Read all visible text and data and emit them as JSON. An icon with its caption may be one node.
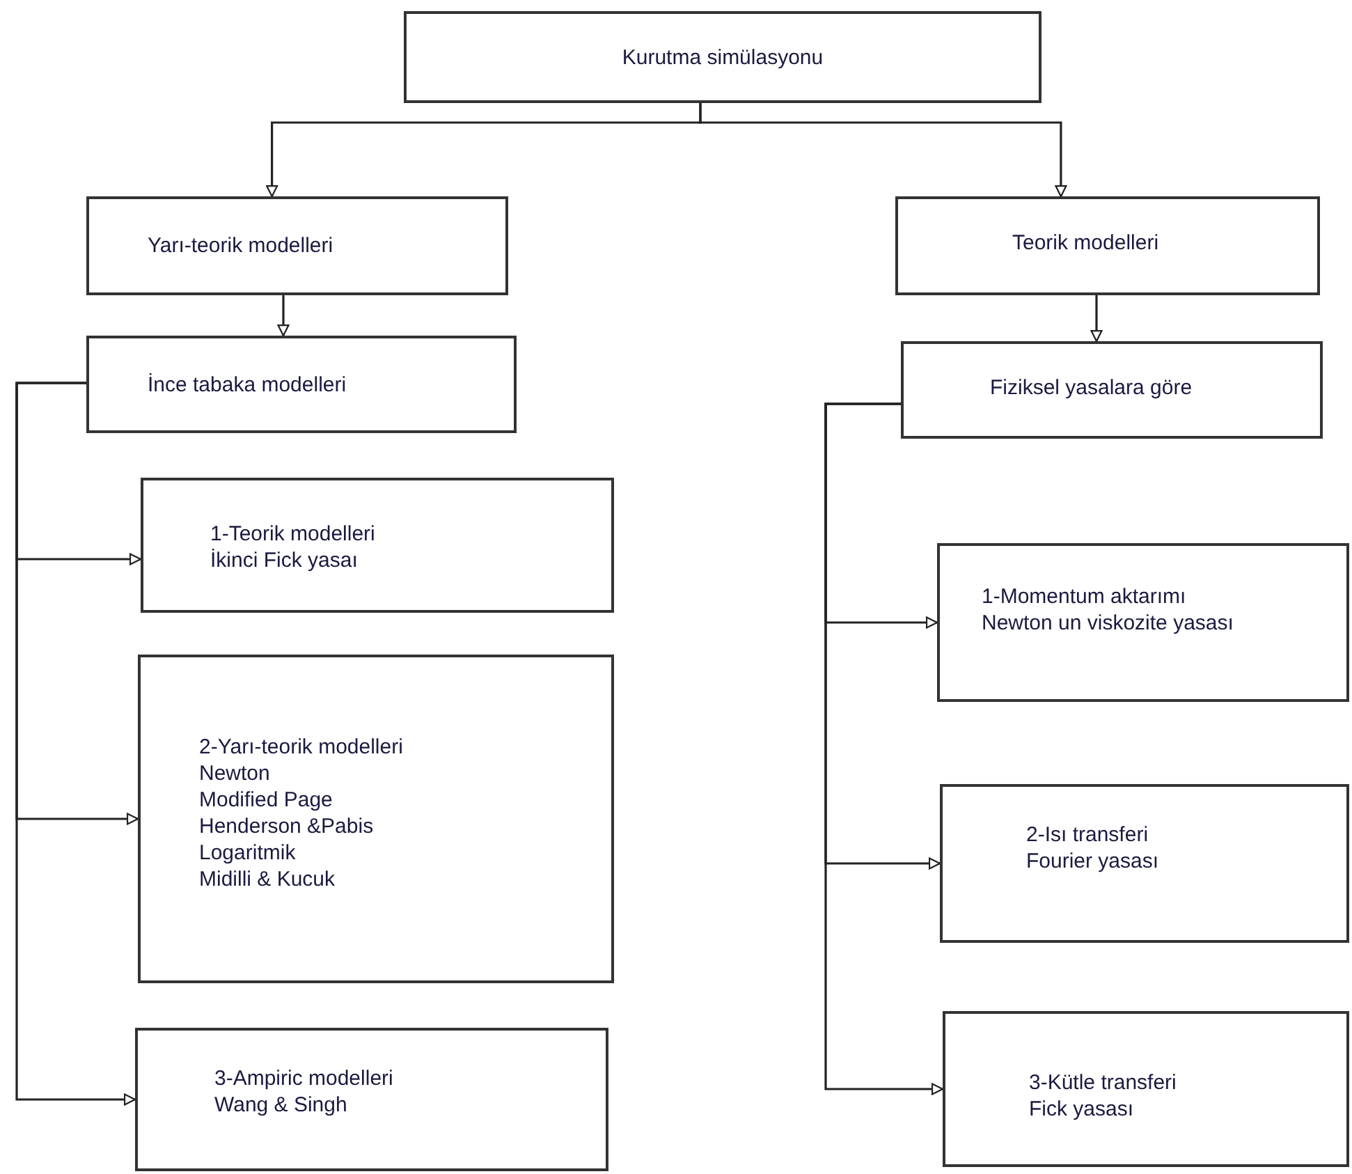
{
  "diagram": {
    "nodes": [
      {
        "text": [
          "Kurutma simülasyonu"
        ]
      },
      {
        "text": [
          "Yarı-teorik modelleri"
        ]
      },
      {
        "text": [
          "Teorik modelleri"
        ]
      },
      {
        "text": [
          "İnce tabaka modelleri"
        ]
      },
      {
        "text": [
          "Fiziksel yasalara göre"
        ]
      },
      {
        "text": [
          "1-Teorik modelleri",
          "İkinci Fick yasaı"
        ]
      },
      {
        "text": [
          "2-Yarı-teorik modelleri",
          "Newton",
          "Modified Page",
          "Henderson &Pabis",
          "Logaritmik",
          "Midilli & Kucuk"
        ]
      },
      {
        "text": [
          "3-Ampiric modelleri",
          "Wang & Singh"
        ]
      },
      {
        "text": [
          "1-Momentum aktarımı",
          "Newton un viskozite yasası"
        ]
      },
      {
        "text": [
          "2-Isı transferi",
          "Fourier yasası"
        ]
      },
      {
        "text": [
          "3-Kütle transferi",
          "Fick yasası"
        ]
      }
    ],
    "edges": [
      {
        "from": 0,
        "to": 1,
        "arrow": "to"
      },
      {
        "from": 0,
        "to": 2,
        "arrow": "to"
      },
      {
        "from": 1,
        "to": 3,
        "arrow": "to"
      },
      {
        "from": 2,
        "to": 4,
        "arrow": "to"
      },
      {
        "from": 3,
        "to": 5,
        "arrow": "to"
      },
      {
        "from": 3,
        "to": 6,
        "arrow": "to"
      },
      {
        "from": 3,
        "to": 7,
        "arrow": "to"
      },
      {
        "from": 4,
        "to": 8,
        "arrow": "to"
      },
      {
        "from": 4,
        "to": 9,
        "arrow": "to"
      },
      {
        "from": 4,
        "to": 10,
        "arrow": "to"
      }
    ]
  }
}
